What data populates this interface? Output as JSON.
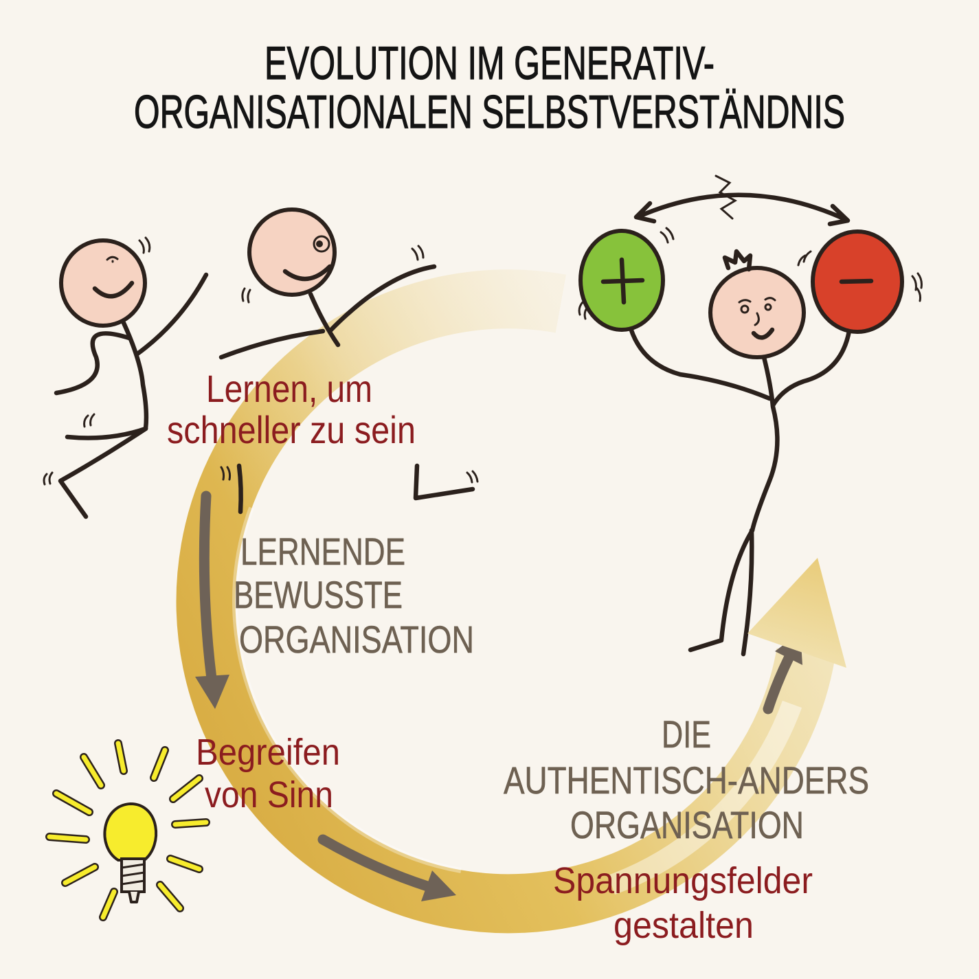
{
  "title": {
    "line1": "EVOLUTION IM GENERATIV-",
    "line2": "ORGANISATIONALEN SELBSTVERSTÄNDNIS"
  },
  "stages": {
    "learning": {
      "caption_line1": "Lernen, um",
      "caption_line2": "schneller zu sein",
      "name_line1": "LERNENDE",
      "name_line2": "BEWUSSTE",
      "name_line3": "ORGANISATION"
    },
    "meaning": {
      "caption_line1": "Begreifen",
      "caption_line2": "von Sinn"
    },
    "authentic": {
      "name_line1": "DIE",
      "name_line2": "AUTHENTISCH-ANDERS",
      "name_line3": "ORGANISATION",
      "caption_line1": "Spannungsfelder",
      "caption_line2": "gestalten"
    }
  },
  "icons": {
    "plus_balloon": "plus-icon",
    "minus_balloon": "minus-icon",
    "idea": "lightbulb-icon",
    "cycle": "circular-arrow-icon",
    "swap": "double-arrow-icon"
  },
  "colors": {
    "background": "#f9f5ee",
    "title": "#141414",
    "caption": "#8b1c1f",
    "stage_name": "#6e6152",
    "ring": "#e2bd55",
    "arrow": "#6e6257",
    "outline": "#2b211c",
    "skin": "#f6d3c2",
    "balloon_plus": "#87c23b",
    "balloon_minus": "#d8412a",
    "bulb": "#f7ec2d"
  }
}
